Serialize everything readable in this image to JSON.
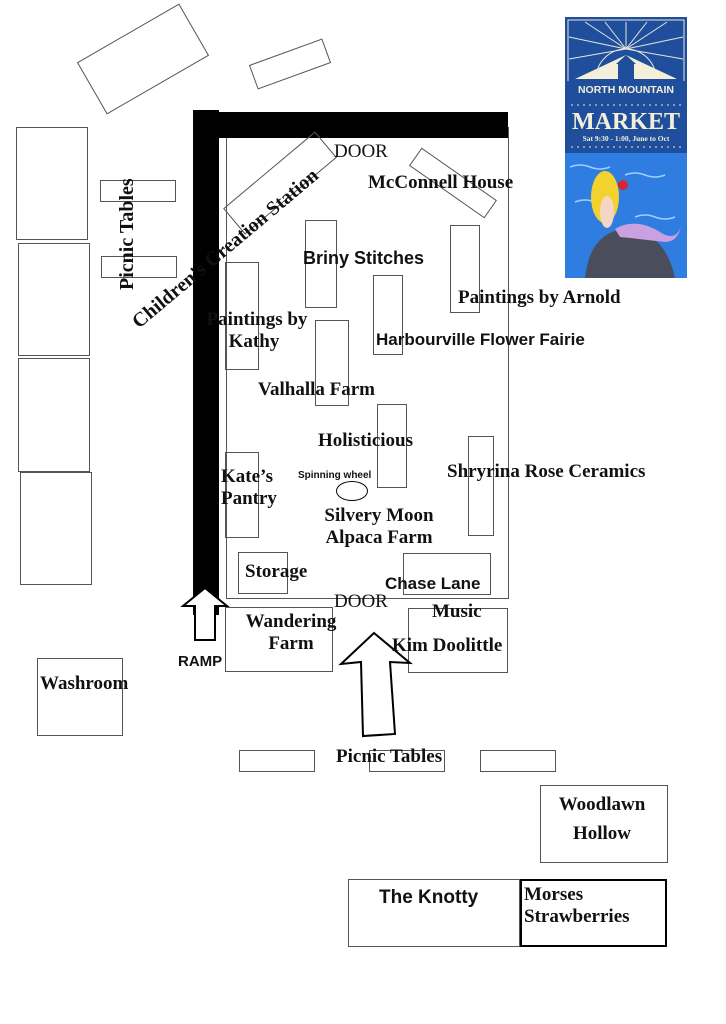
{
  "logo": {
    "title_line1": "NORTH MOUNTAIN",
    "title_line2": "MARKET",
    "hours": "Sat 9:30 - 1:00, June to Oct",
    "colors": {
      "navy": "#1f4f9c",
      "cream": "#f4efd8",
      "sea": "#2f7de0",
      "hair": "#f2d22e",
      "tail": "#c9a0e0",
      "rock": "#4a4e5c"
    }
  },
  "labels": {
    "door_top": "DOOR",
    "door_bottom": "DOOR",
    "mcconnell": "McConnell House",
    "children": "Children's Creation Station",
    "picnic_left": "Picnic Tables",
    "briny": "Briny Stitches",
    "arnold": "Paintings by Arnold",
    "kathy_1": "Paintings by",
    "kathy_2": "Kathy",
    "harbourville": "Harbourville Flower Fairie",
    "valhalla": "Valhalla Farm",
    "holisticious": "Holisticious",
    "shryrina": "Shryrina Rose Ceramics",
    "kates_1": "Kate’s",
    "kates_2": "Pantry",
    "spinning": "Spinning wheel",
    "silvery_1": "Silvery Moon",
    "silvery_2": "Alpaca Farm",
    "storage": "Storage",
    "chase": "Chase Lane",
    "music": "Music",
    "wandering_1": "Wandering",
    "wandering_2": "Farm",
    "kim": "Kim Doolittle",
    "ramp": "RAMP",
    "washroom": "Washroom",
    "picnic_bottom": "Picnic Tables",
    "woodlawn_1": "Woodlawn",
    "woodlawn_2": "Hollow",
    "knotty": "The Knotty",
    "morses_1": "Morses",
    "morses_2": "Strawberries"
  }
}
